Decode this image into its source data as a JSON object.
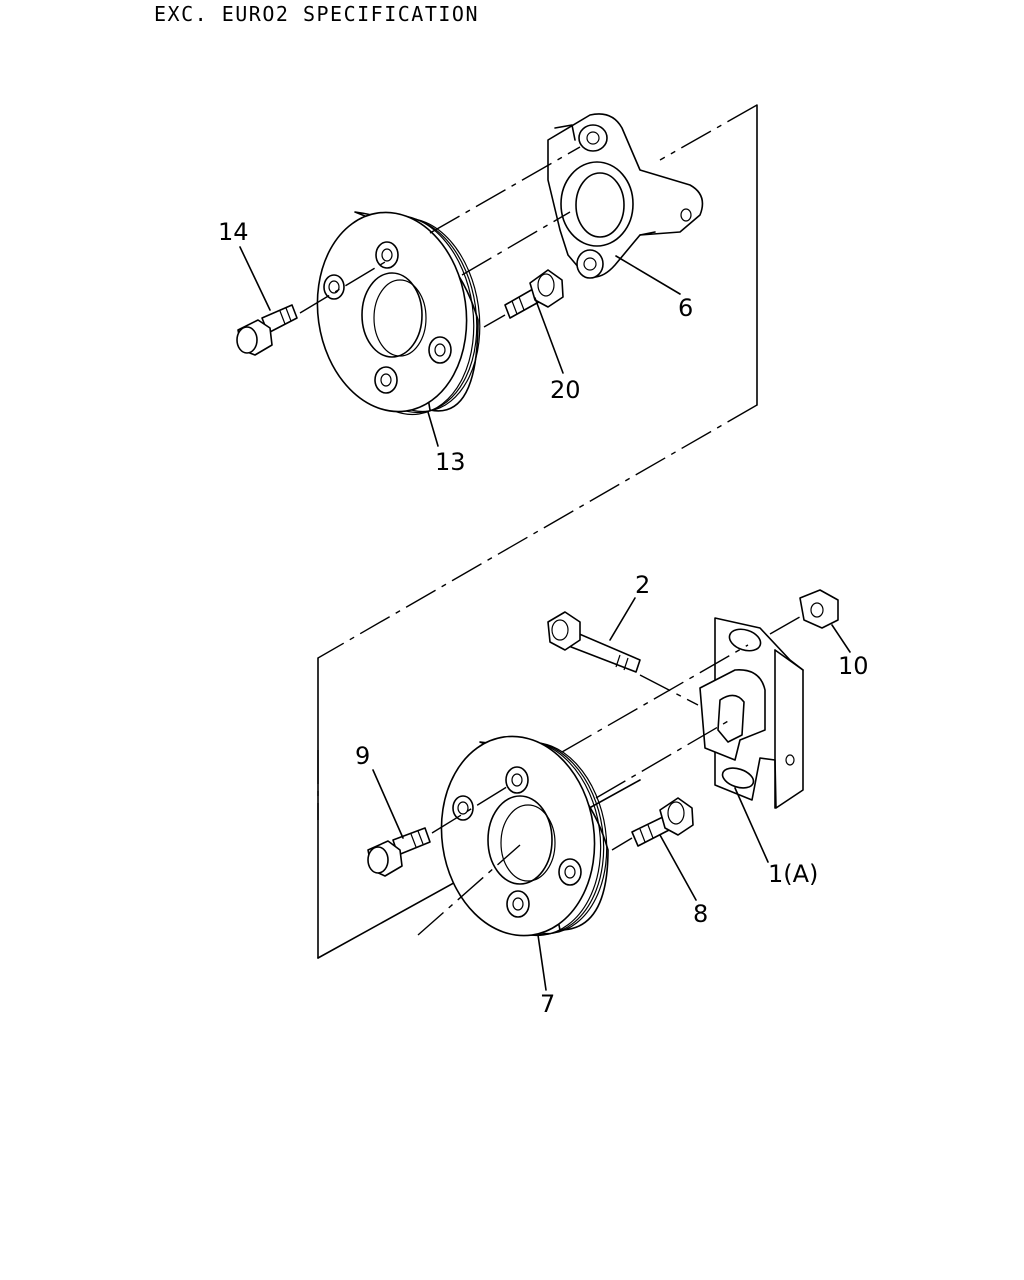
{
  "header": {
    "text": "EXC. EURO2 SPECIFICATION"
  },
  "callouts": {
    "p14": "14",
    "p6": "6",
    "p20": "20",
    "p13": "13",
    "p2": "2",
    "p10": "10",
    "p9": "9",
    "p1a": "1(A)",
    "p8": "8",
    "p7": "7"
  }
}
